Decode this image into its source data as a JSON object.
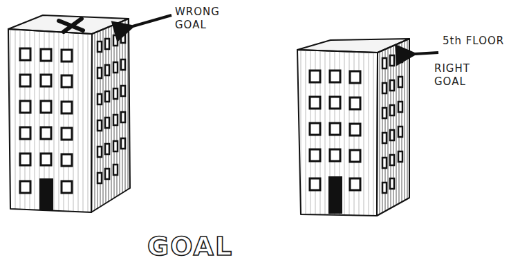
{
  "diagram": {
    "title": "GOAL",
    "labels": [
      "WRONG GOAL",
      "5th FLOOR",
      "RIGHT GOAL"
    ]
  }
}
